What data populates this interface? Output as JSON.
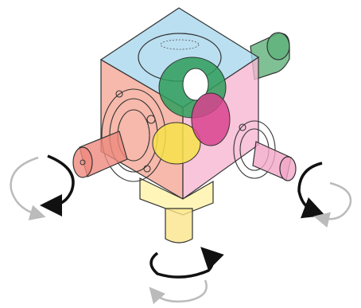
{
  "diagram": {
    "type": "right-angle gearbox illustration",
    "colors": {
      "top_face": "#a9d7ee",
      "left_face": "#f4a896",
      "right_face": "#f6b6d2",
      "bottom_face": "#fff3a8",
      "left_shaft": "#ef8a7e",
      "right_shaft": "#f2a6c8",
      "bottom_shaft": "#fbe58c",
      "rear_shaft": "#5fb17a",
      "green_gear": "#2f9e5b",
      "magenta_gear": "#d8438e",
      "yellow_gear": "#f7e24a",
      "outline": "#333333",
      "arrow_dark": "#111111",
      "arrow_light": "#bbbbbb"
    },
    "icons": [
      "rotation-arrow-left-dark",
      "rotation-arrow-left-light",
      "rotation-arrow-right-dark",
      "rotation-arrow-right-light",
      "rotation-arrow-bottom-dark",
      "rotation-arrow-bottom-light"
    ]
  }
}
